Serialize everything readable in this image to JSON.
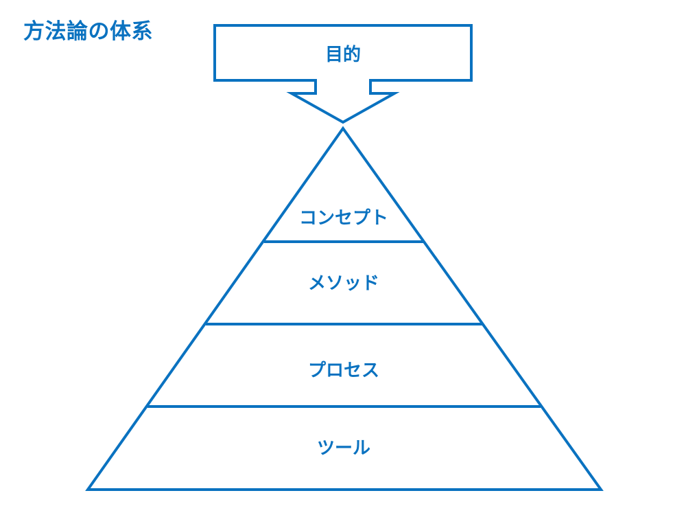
{
  "title": "方法論の体系",
  "colors": {
    "accent": "#0a72c0",
    "background": "#ffffff"
  },
  "purpose": {
    "label": "目的"
  },
  "pyramid": {
    "levels": [
      {
        "label": "コンセプト"
      },
      {
        "label": "メソッド"
      },
      {
        "label": "プロセス"
      },
      {
        "label": "ツール"
      }
    ]
  }
}
